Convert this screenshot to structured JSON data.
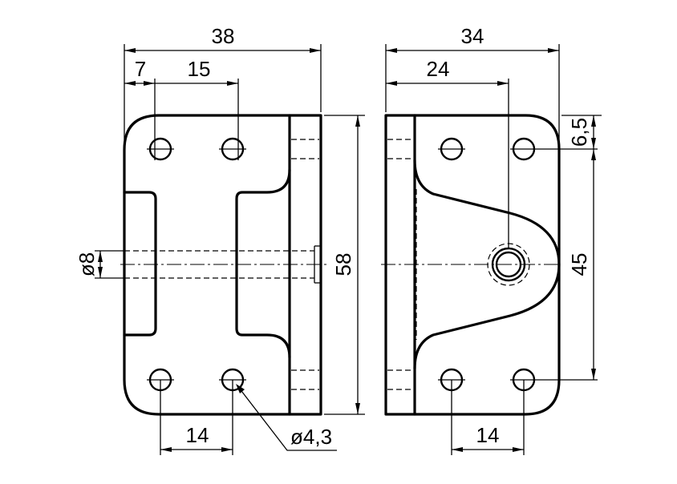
{
  "dimensions": {
    "left_width": "38",
    "left_offset": "7",
    "left_hole_pitch_top": "15",
    "left_hole_pitch_bottom": "14",
    "left_height": "58",
    "pin_diameter": "ø8",
    "hole_diameter": "ø4,3",
    "right_width": "34",
    "right_to_pin": "24",
    "right_edge_offset": "6,5",
    "right_hole_spacing_vertical": "45",
    "right_hole_pitch_bottom": "14"
  },
  "colors": {
    "line": "#000000",
    "background": "#ffffff"
  }
}
